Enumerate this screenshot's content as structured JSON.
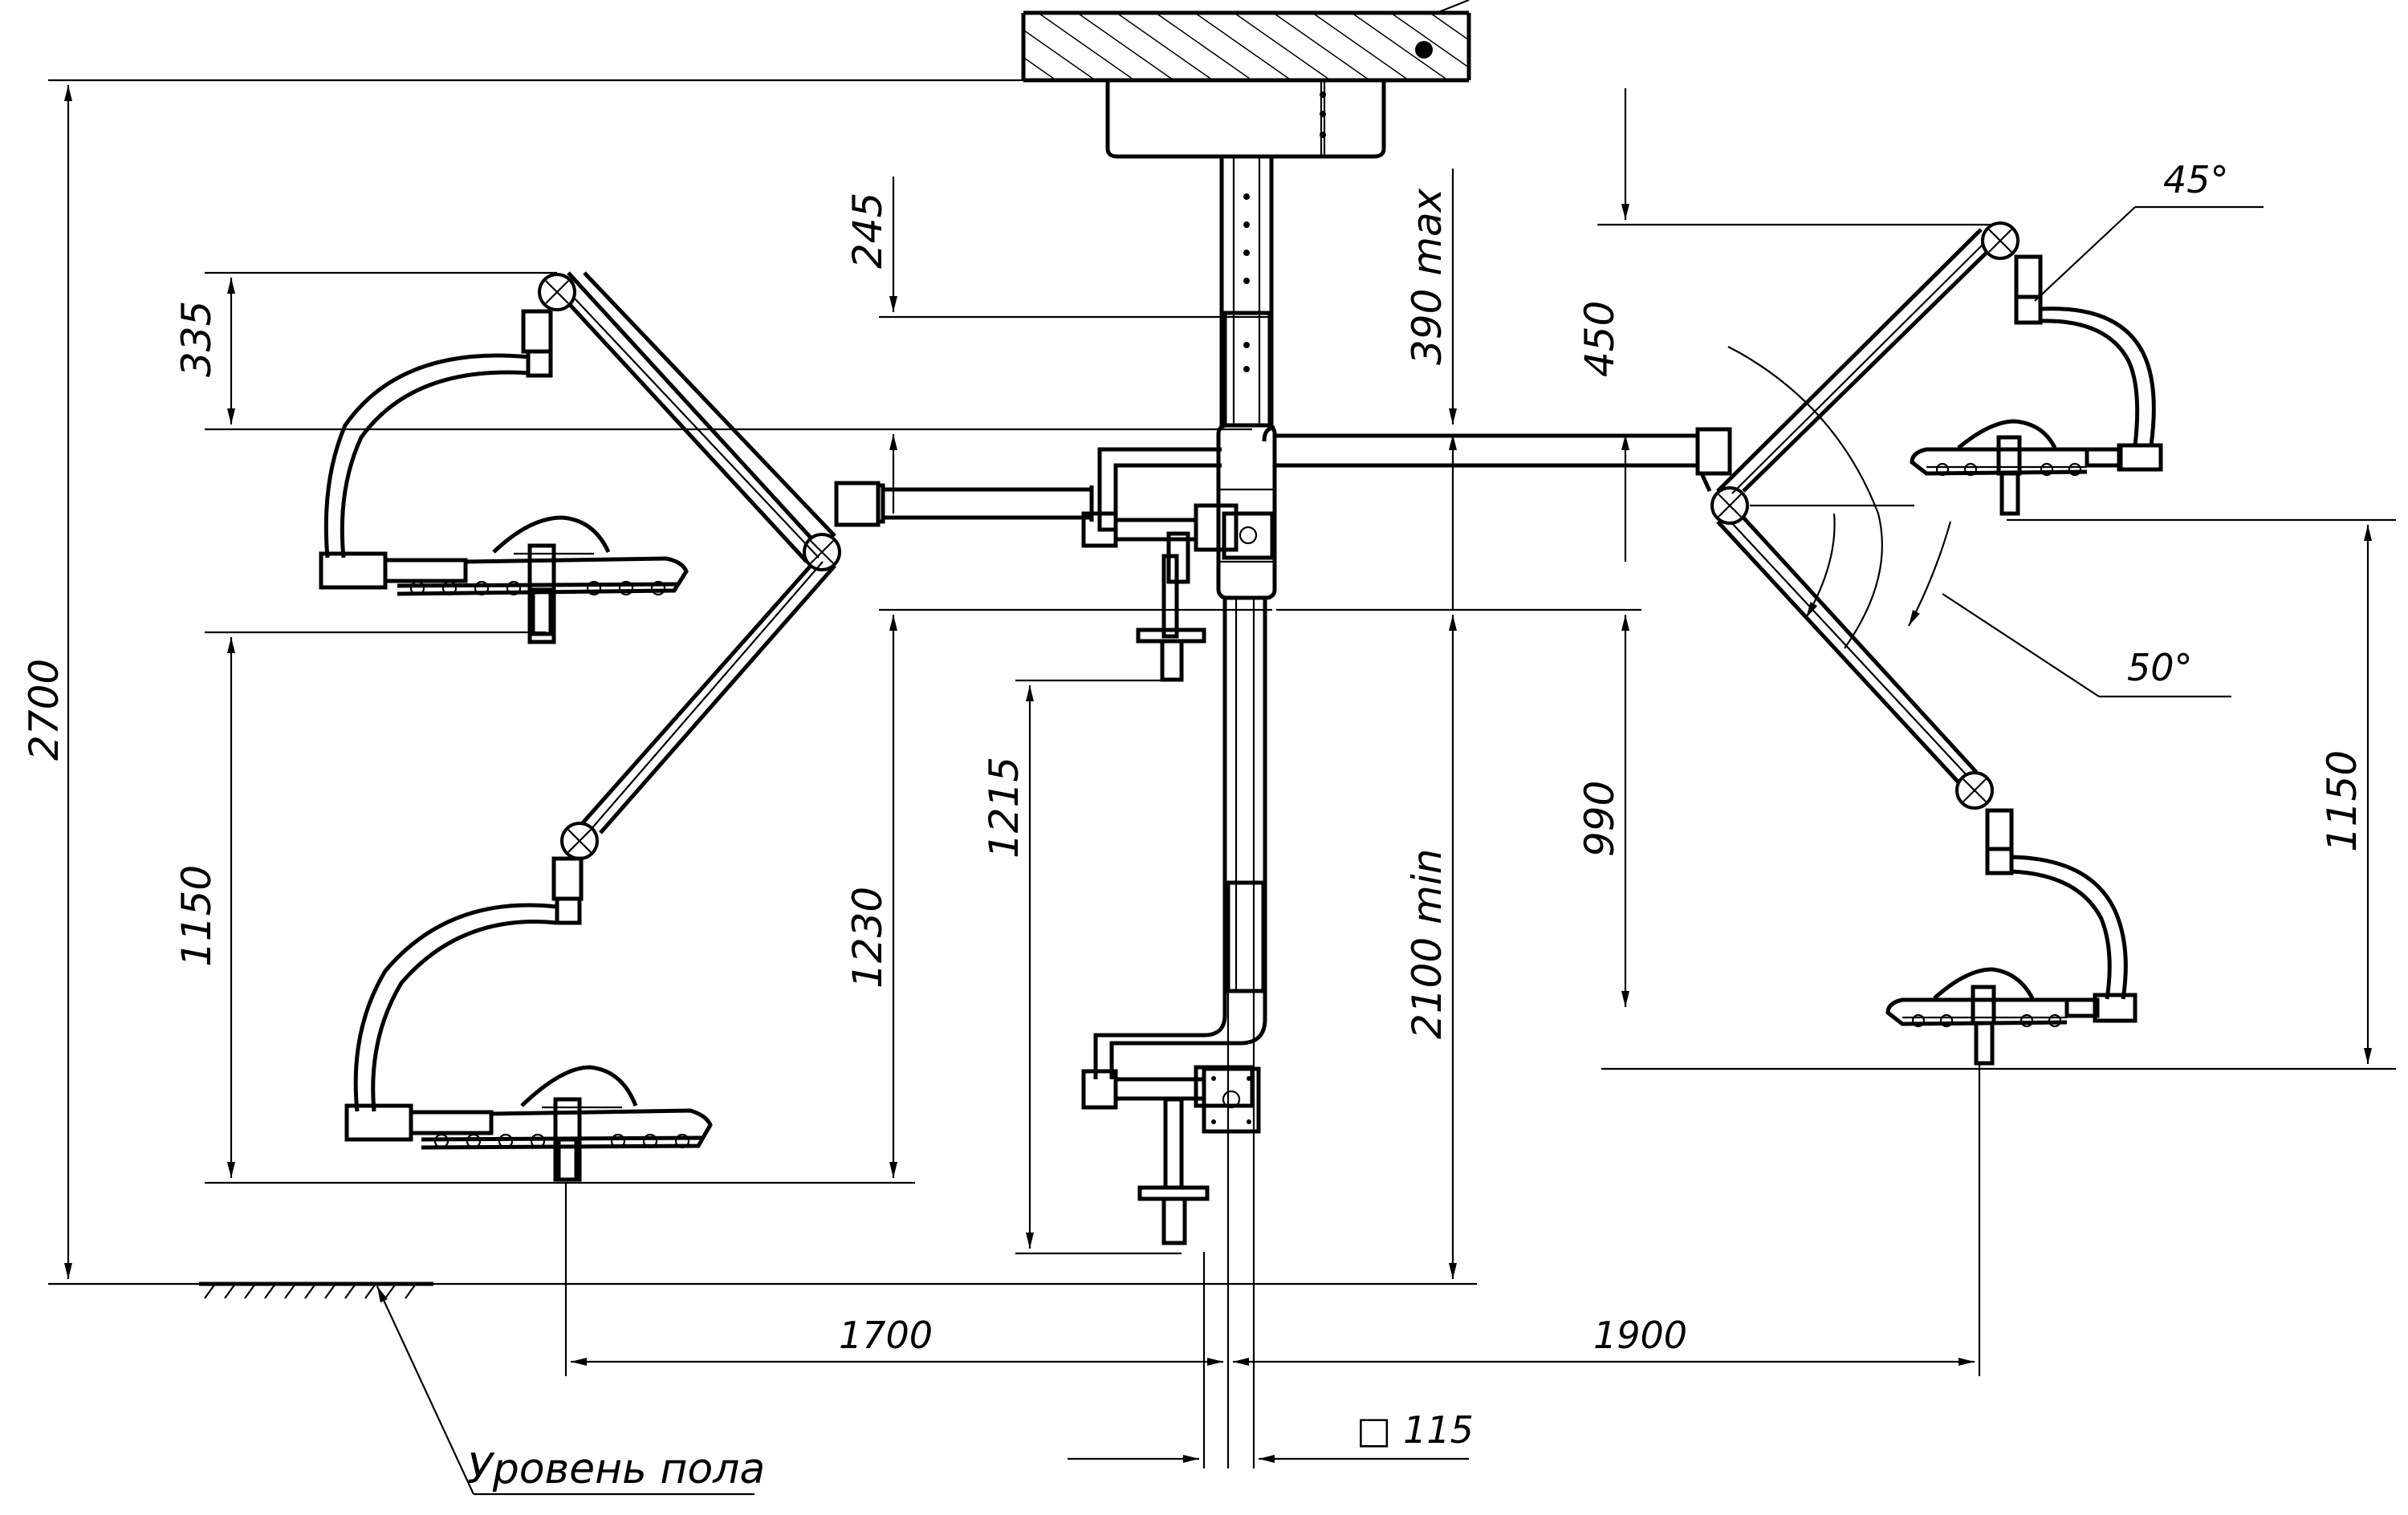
{
  "drawing": {
    "dimensions": {
      "overall_height": "2700",
      "arm_335": "335",
      "arm_1150_left": "1150",
      "d_245": "245",
      "d_1230": "1230",
      "d_1215": "1215",
      "d_390max": "390 max",
      "d_2100min": "2100 min",
      "d_450": "450",
      "d_990": "990",
      "d_1150_right": "1150",
      "reach_left": "1700",
      "reach_right": "1900",
      "tube_square": "□ 115"
    },
    "angles": {
      "upper": "45°",
      "lower": "50°"
    },
    "floor_label": "Уровень пола"
  }
}
